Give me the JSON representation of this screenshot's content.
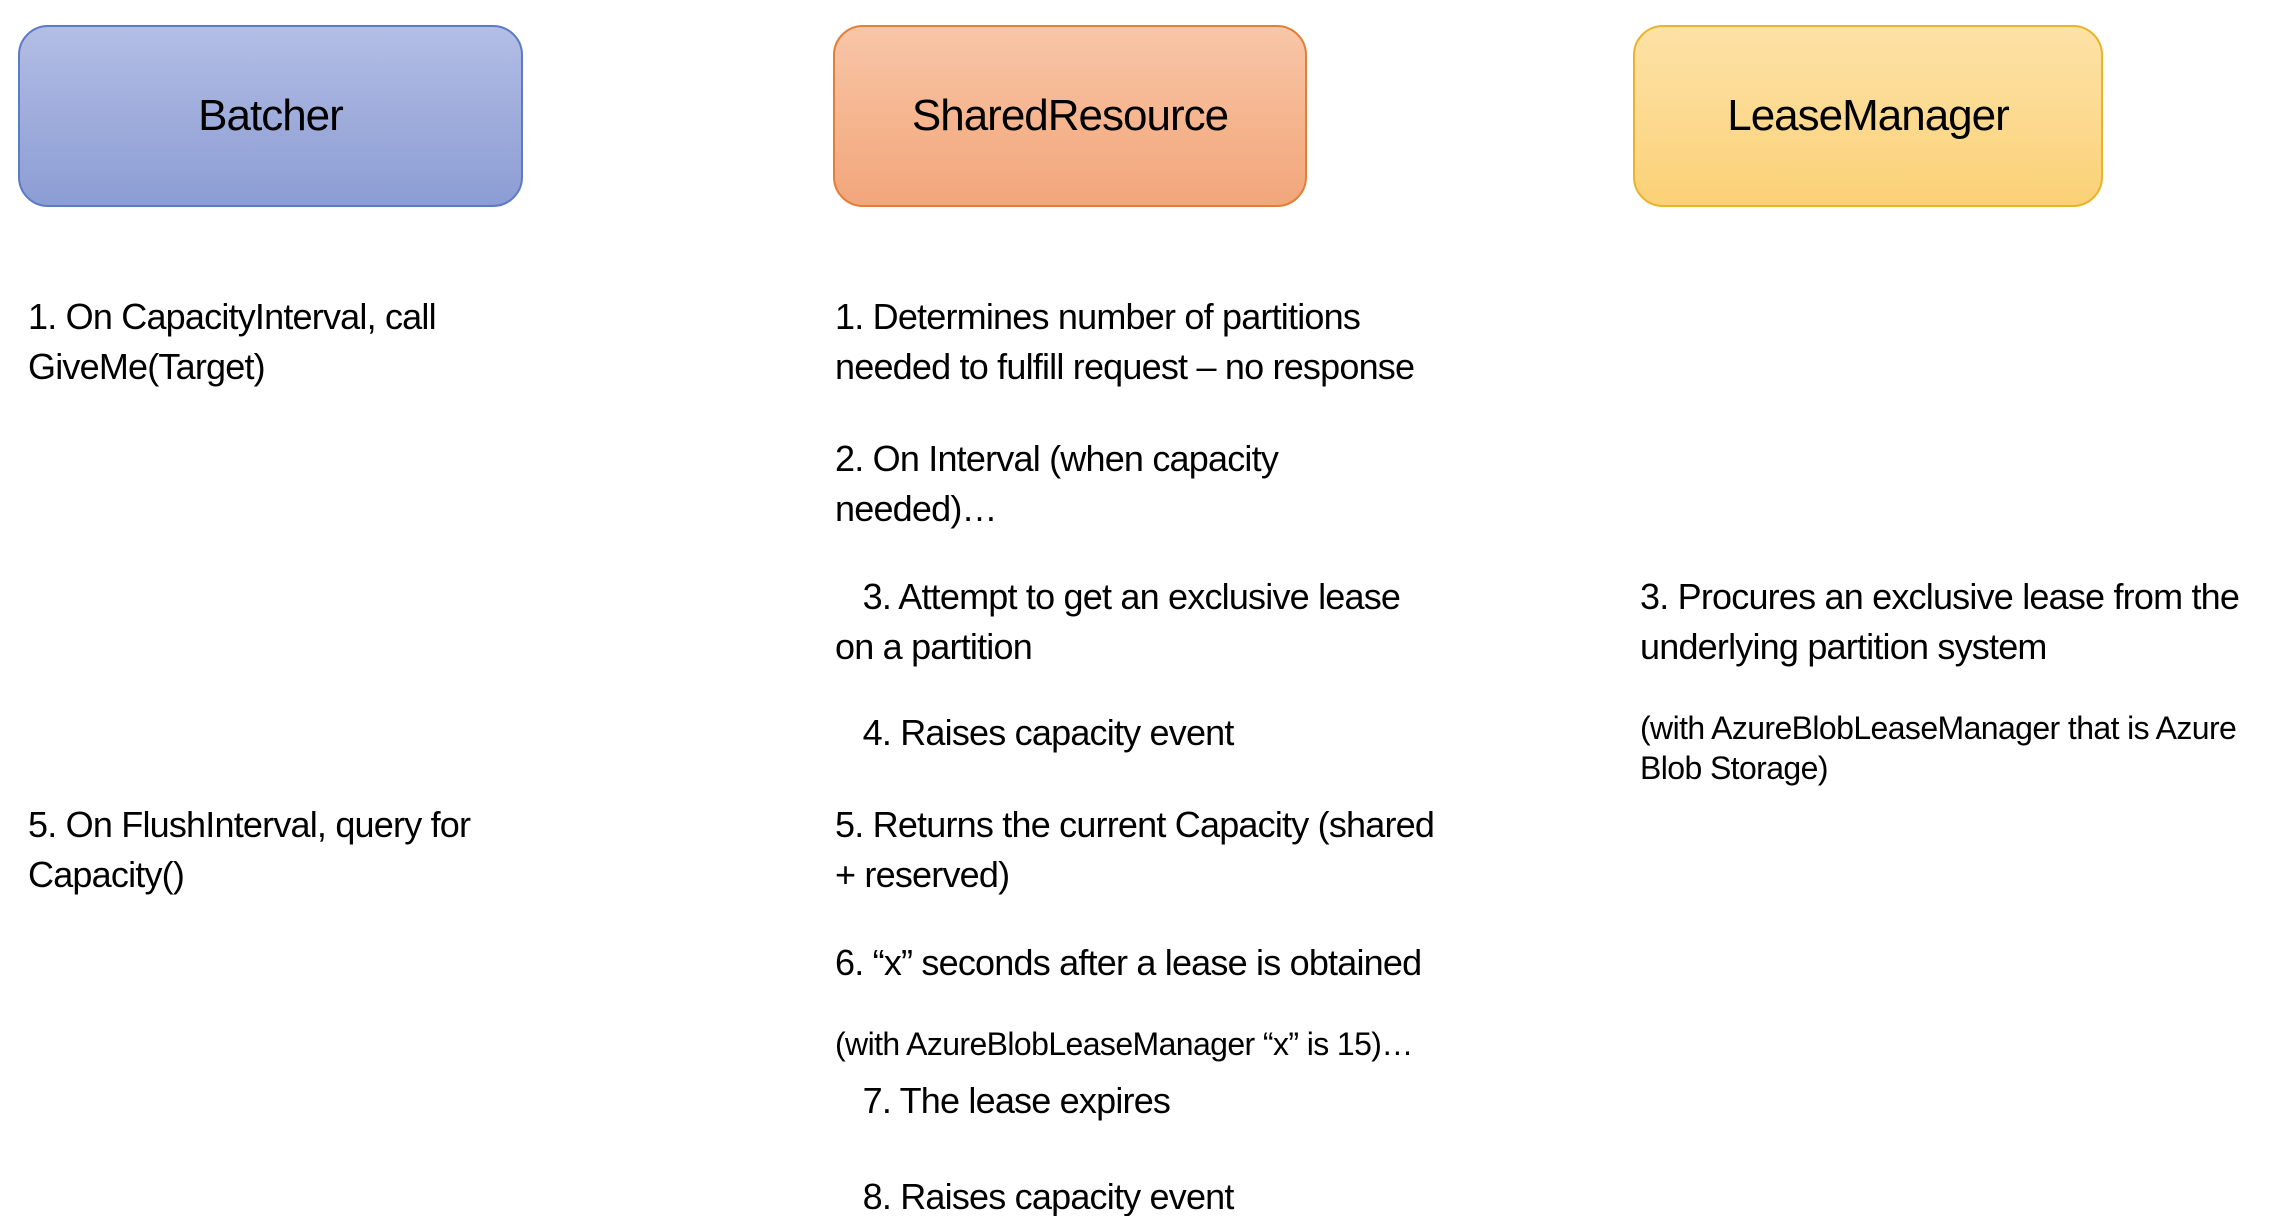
{
  "diagram": {
    "boxes": {
      "batcher": {
        "label": "Batcher",
        "fill_top": "#b3bee6",
        "fill_bottom": "#8c9dd4",
        "border": "#5b7bc4"
      },
      "shared_resource": {
        "label": "SharedResource",
        "fill_top": "#f8c6a8",
        "fill_bottom": "#f2a67c",
        "border": "#e07f35"
      },
      "lease_manager": {
        "label": "LeaseManager",
        "fill_top": "#fde2a6",
        "fill_bottom": "#fbd176",
        "border": "#e9b32a"
      }
    },
    "columns": {
      "batcher": {
        "items": {
          "step1": {
            "text": "1. On CapacityInterval, call\nGiveMe(Target)",
            "note": ""
          },
          "step5": {
            "text": "5. On FlushInterval, query for\nCapacity()",
            "note": ""
          }
        }
      },
      "shared_resource": {
        "items": {
          "step1": {
            "text": "1. Determines number of partitions\nneeded to fulfill request – no response",
            "note": ""
          },
          "step2": {
            "text": "2. On Interval (when capacity\nneeded)…",
            "note": ""
          },
          "step3": {
            "text": "   3. Attempt to get an exclusive lease\non a partition",
            "note": ""
          },
          "step4": {
            "text": "   4. Raises capacity event",
            "note": ""
          },
          "step5": {
            "text": "5. Returns the current Capacity (shared\n+ reserved)",
            "note": ""
          },
          "step6": {
            "text": "6. “x” seconds after a lease is obtained",
            "note": "(with AzureBlobLeaseManager “x” is 15)…"
          },
          "step7": {
            "text": "   7. The lease expires",
            "note": ""
          },
          "step8": {
            "text": "   8. Raises capacity event",
            "note": ""
          }
        }
      },
      "lease_manager": {
        "items": {
          "step3": {
            "text": "3. Procures an exclusive lease from the\nunderlying partition system",
            "note": "(with AzureBlobLeaseManager that is Azure\nBlob Storage)"
          }
        }
      }
    }
  }
}
